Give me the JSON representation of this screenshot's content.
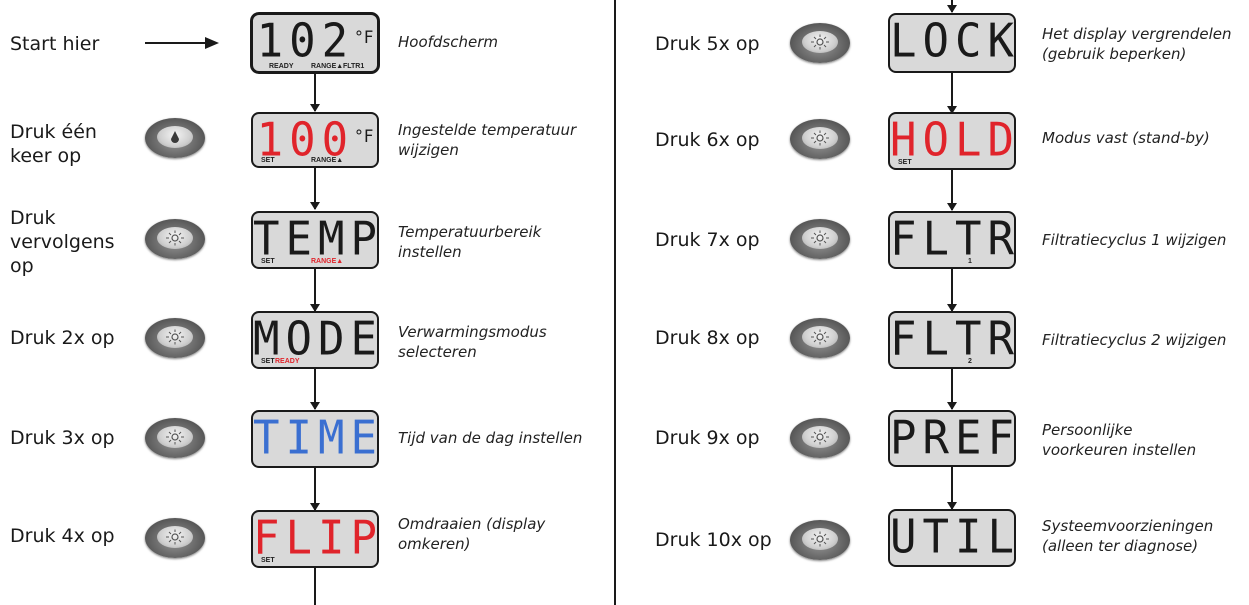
{
  "colors": {
    "red": "#e0242b",
    "blue": "#3a6fd1",
    "dark": "#1a1a1a",
    "lcd_bg": "#d9d9d9"
  },
  "start": {
    "label": "Start hier"
  },
  "left_steps": [
    {
      "action": "",
      "lcd": "102",
      "lcd_unit": "°F",
      "lcd_color": "dark",
      "indicators": [
        "READY",
        "RANGE▲",
        "FLTR1"
      ],
      "desc": "Hoofdscherm",
      "button": ""
    },
    {
      "action": "Druk één keer op",
      "lcd": "100",
      "lcd_unit": "°F",
      "lcd_color": "red",
      "indicators": [
        "SET",
        "RANGE▲"
      ],
      "desc": "Ingestelde temperatuur wijzigen",
      "button": "drop-icon"
    },
    {
      "action": "Druk vervolgens op",
      "lcd": "TEMP",
      "lcd_unit": "",
      "lcd_color": "dark",
      "indicators": [
        "SET",
        "RANGE▲"
      ],
      "desc": "Temperatuurbereik instellen",
      "button": "light-icon"
    },
    {
      "action": "Druk 2x op",
      "lcd": "MODE",
      "lcd_unit": "",
      "lcd_color": "dark",
      "indicators": [
        "SET",
        "READY"
      ],
      "desc": "Verwarmingsmodus selecteren",
      "button": "light-icon"
    },
    {
      "action": "Druk 3x op",
      "lcd": "TIME",
      "lcd_unit": "",
      "lcd_color": "blue",
      "indicators": [],
      "desc": "Tijd van de dag instellen",
      "button": "light-icon"
    },
    {
      "action": "Druk 4x op",
      "lcd": "FLIP",
      "lcd_unit": "",
      "lcd_color": "red",
      "indicators": [
        "SET"
      ],
      "desc": "Omdraaien (display omkeren)",
      "button": "light-icon"
    }
  ],
  "right_steps": [
    {
      "action": "Druk 5x op",
      "lcd": "LOCK",
      "lcd_color": "dark",
      "indicators": [],
      "desc": "Het display vergrendelen (gebruik beperken)",
      "button": "light-icon"
    },
    {
      "action": "Druk 6x op",
      "lcd": "HOLD",
      "lcd_color": "red",
      "indicators": [
        "SET"
      ],
      "desc": "Modus vast (stand-by)",
      "button": "light-icon"
    },
    {
      "action": "Druk 7x op",
      "lcd": "FLTR",
      "lcd_color": "dark",
      "indicators": [
        "1"
      ],
      "desc": "Filtratiecyclus 1 wijzigen",
      "button": "light-icon"
    },
    {
      "action": "Druk 8x op",
      "lcd": "FLTR",
      "lcd_color": "dark",
      "indicators": [
        "2"
      ],
      "desc": "Filtratiecyclus 2 wijzigen",
      "button": "light-icon"
    },
    {
      "action": "Druk 9x op",
      "lcd": "PREF",
      "lcd_color": "dark",
      "indicators": [],
      "desc": "Persoonlijke voorkeuren instellen",
      "button": "light-icon"
    },
    {
      "action": "Druk 10x op",
      "lcd": "UTIL",
      "lcd_color": "dark",
      "indicators": [],
      "desc": "Systeemvoorzieningen (alleen ter diagnose)",
      "button": "light-icon"
    }
  ]
}
